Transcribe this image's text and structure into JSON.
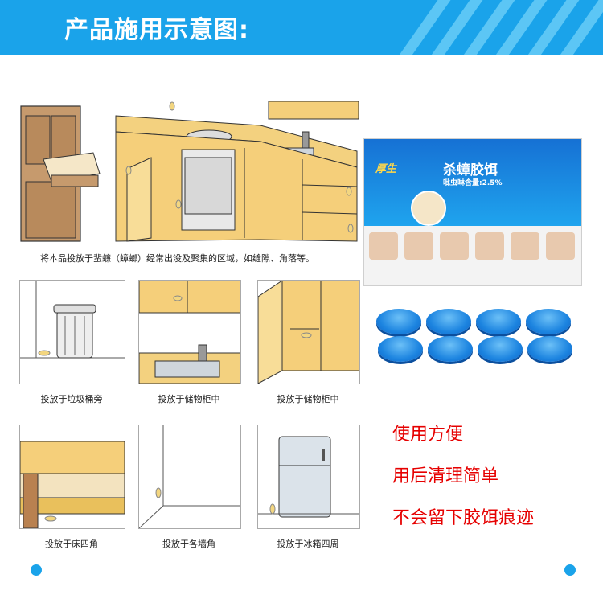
{
  "header": {
    "title": "产品施用示意图:",
    "color": "#1aa3ea"
  },
  "main_scene": {
    "caption": "将本品投放于蜚蠊（蟑螂）经常出没及聚集的区域，如缝隙、角落等。"
  },
  "scenes": [
    {
      "caption": "投放于垃圾桶旁",
      "icon": "trash-can"
    },
    {
      "caption": "投放于储物柜中",
      "icon": "sink-cabinet"
    },
    {
      "caption": "投放于储物柜中",
      "icon": "cabinet-door"
    },
    {
      "caption": "投放于床四角",
      "icon": "bed"
    },
    {
      "caption": "投放于各墙角",
      "icon": "wall-corner"
    },
    {
      "caption": "投放于冰箱四周",
      "icon": "fridge"
    }
  ],
  "package": {
    "brand": "厚生",
    "product_name": "杀蟑胶饵",
    "ingredient": "吡虫啉含量:2.5%"
  },
  "features": [
    "使用方便",
    "用后清理简单",
    "不会留下胶饵痕迹"
  ],
  "colors": {
    "accent": "#1aa3ea",
    "feature_text": "#e60000",
    "cabinet": "#f5cf7a"
  }
}
